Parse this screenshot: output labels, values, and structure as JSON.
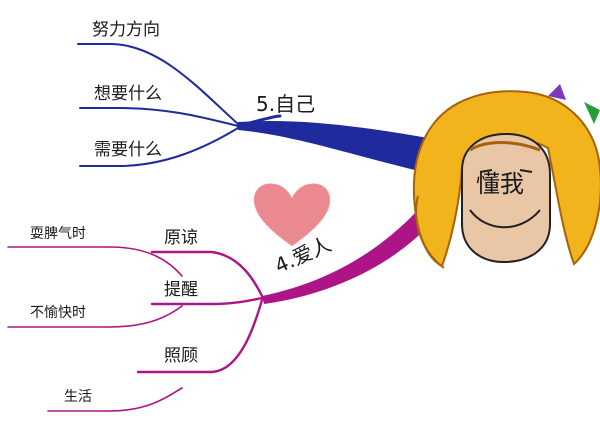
{
  "center": {
    "text": "懂我"
  },
  "colors": {
    "branch_self": "#1f2a9c",
    "branch_love": "#ad1486",
    "hair": "#f2b41c",
    "hair_stroke": "#a8620c",
    "face": "#e8c6a6",
    "heart": "#e5737c"
  },
  "icons": {
    "heart": "heart-icon",
    "face": "cartoon-face-icon"
  },
  "branches": {
    "self": {
      "label": "5.自己",
      "children": [
        {
          "label": "努力方向"
        },
        {
          "label": "想要什么"
        },
        {
          "label": "需要什么"
        }
      ]
    },
    "love": {
      "label": "4.爱人",
      "children": [
        {
          "label": "原谅",
          "children": [
            {
              "label": "耍脾气时"
            }
          ]
        },
        {
          "label": "提醒",
          "children": [
            {
              "label": "不愉快时"
            }
          ]
        },
        {
          "label": "照顾",
          "children": [
            {
              "label": "生活"
            }
          ]
        }
      ]
    }
  }
}
